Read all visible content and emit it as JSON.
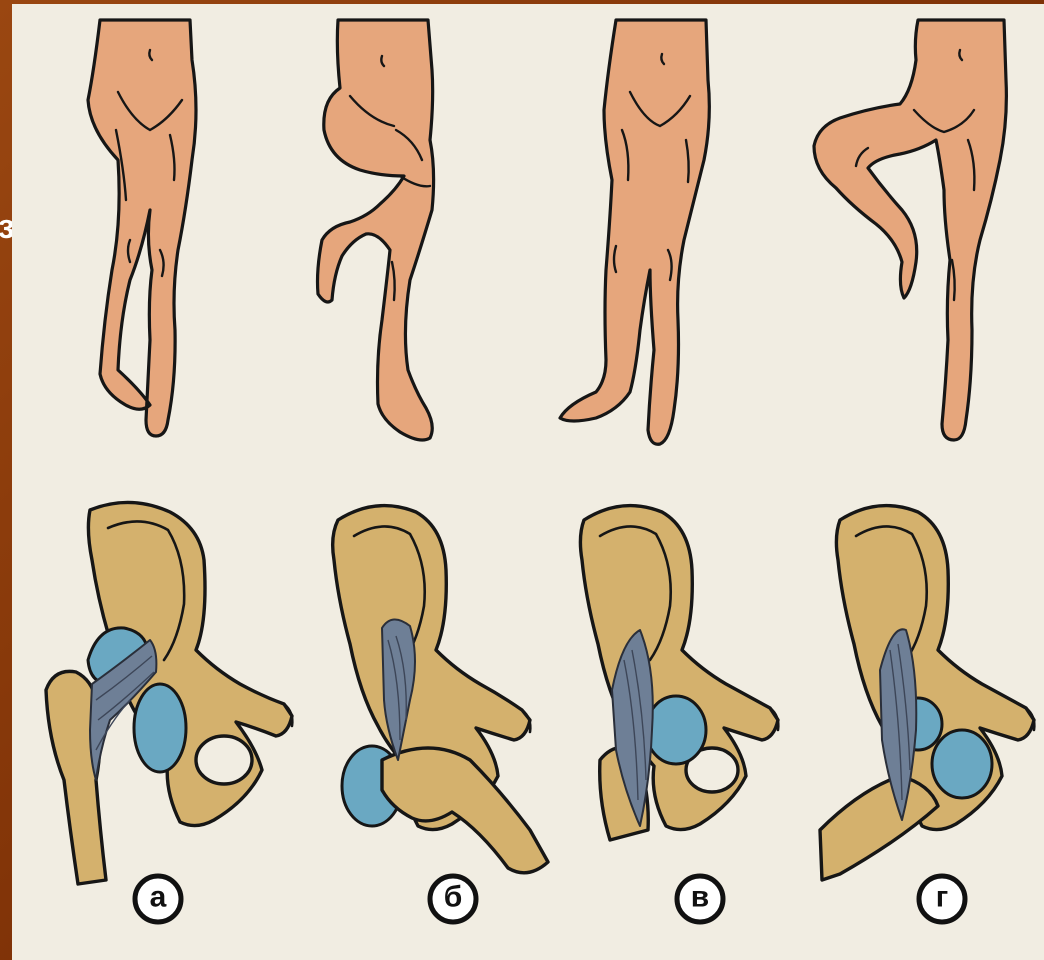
{
  "figure": {
    "labels": [
      "а",
      "б",
      "в",
      "г"
    ],
    "edge_glyph": "з",
    "colors": {
      "background": "#f1ede2",
      "frame": "#8f3d0c",
      "skin": "#e6a67c",
      "bone": "#d4b16d",
      "cartilage": "#6aa8c2",
      "ligament": "#6e7f96",
      "outline": "#161616"
    }
  }
}
